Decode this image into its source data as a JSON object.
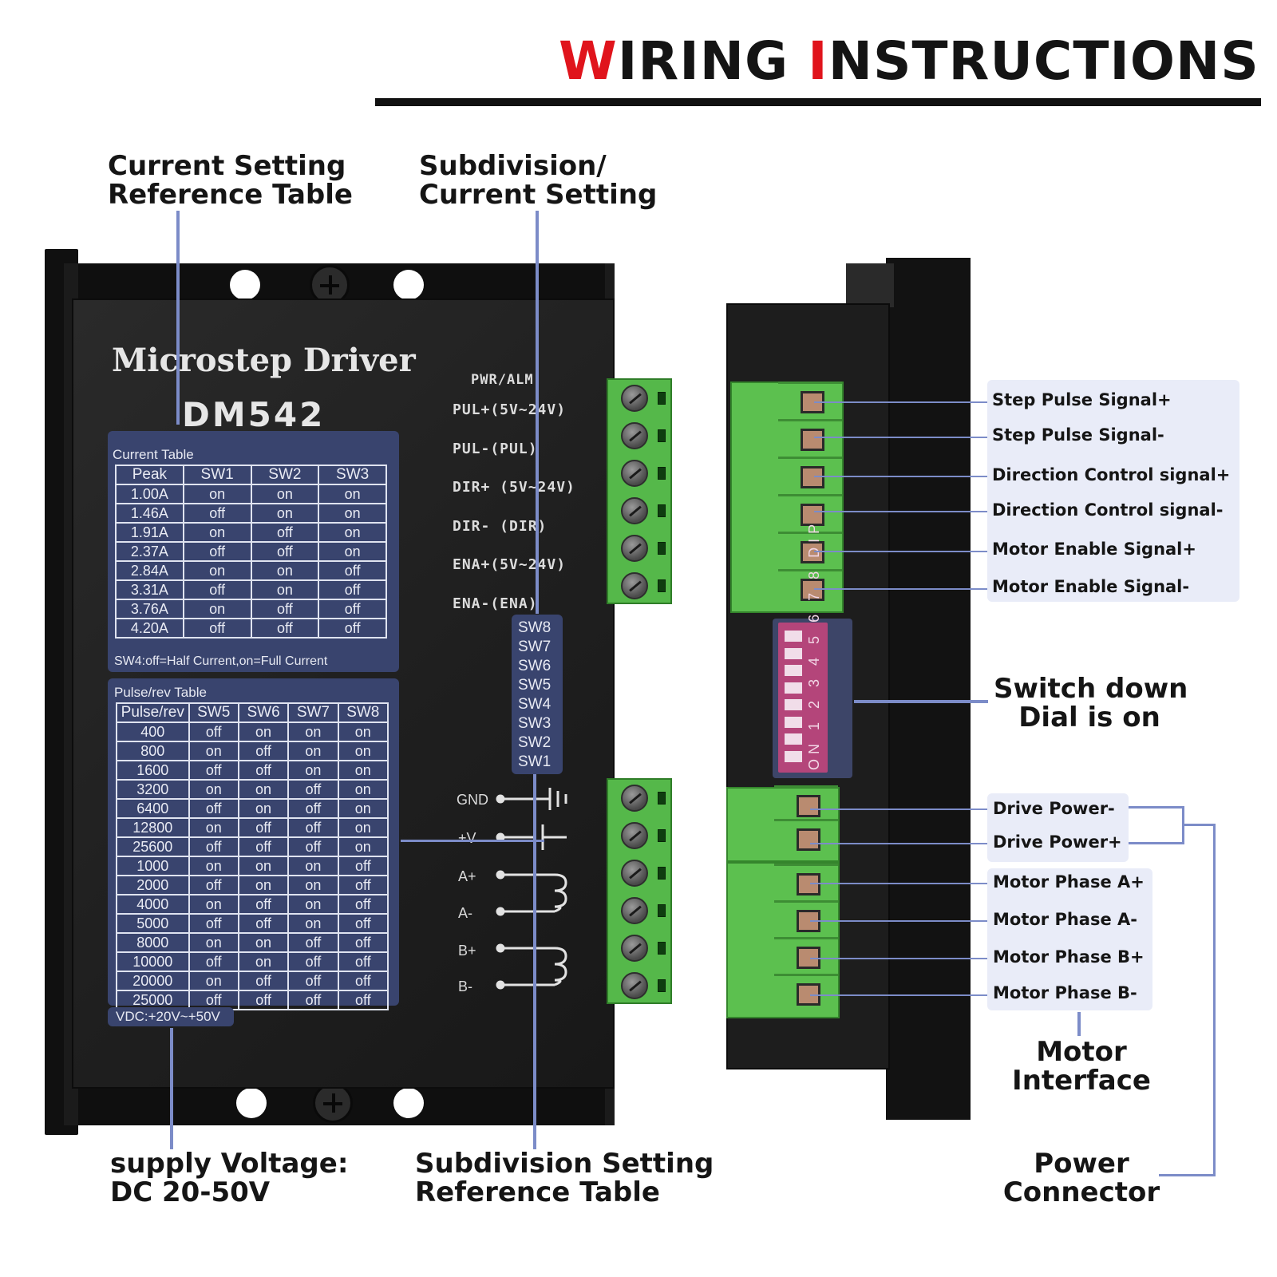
{
  "title": {
    "first_letter_1": "W",
    "rest_1": "IRING ",
    "first_letter_2": "I",
    "rest_2": "NSTRUCTIONS"
  },
  "colors": {
    "accent_red": "#e0141c",
    "panel_blue": "#39446e",
    "leader_blue": "#7c8cc8",
    "terminal_green": "#55b84a",
    "dip_pink": "#b4457a"
  },
  "callouts": {
    "current_setting": [
      "Current Setting",
      "Reference Table"
    ],
    "subdivision_current": [
      "Subdivision/",
      "Current Setting"
    ],
    "supply_voltage": [
      "supply Voltage:",
      "DC 20-50V"
    ],
    "subdivision_reference": [
      "Subdivision Setting",
      "Reference Table"
    ],
    "switch_down": [
      "Switch down",
      "Dial is on"
    ],
    "motor_interface": [
      "Motor",
      "Interface"
    ],
    "power_connector": [
      "Power",
      "Connector"
    ]
  },
  "driver": {
    "brand": "Microstep Driver",
    "model": "DM542",
    "current_table": {
      "title": "Current  Table",
      "header": [
        "Peak",
        "SW1",
        "SW2",
        "SW3"
      ],
      "rows": [
        [
          "1.00A",
          "on",
          "on",
          "on"
        ],
        [
          "1.46A",
          "off",
          "on",
          "on"
        ],
        [
          "1.91A",
          "on",
          "off",
          "on"
        ],
        [
          "2.37A",
          "off",
          "off",
          "on"
        ],
        [
          "2.84A",
          "on",
          "on",
          "off"
        ],
        [
          "3.31A",
          "off",
          "on",
          "off"
        ],
        [
          "3.76A",
          "on",
          "off",
          "off"
        ],
        [
          "4.20A",
          "off",
          "off",
          "off"
        ]
      ],
      "note": "SW4:off=Half Current,on=Full Current"
    },
    "pulse_table": {
      "title": "Pulse/rev Table",
      "header": [
        "Pulse/rev",
        "SW5",
        "SW6",
        "SW7",
        "SW8"
      ],
      "rows": [
        [
          "400",
          "off",
          "on",
          "on",
          "on"
        ],
        [
          "800",
          "on",
          "off",
          "on",
          "on"
        ],
        [
          "1600",
          "off",
          "off",
          "on",
          "on"
        ],
        [
          "3200",
          "on",
          "on",
          "off",
          "on"
        ],
        [
          "6400",
          "off",
          "on",
          "off",
          "on"
        ],
        [
          "12800",
          "on",
          "off",
          "off",
          "on"
        ],
        [
          "25600",
          "off",
          "off",
          "off",
          "on"
        ],
        [
          "1000",
          "on",
          "on",
          "on",
          "off"
        ],
        [
          "2000",
          "off",
          "on",
          "on",
          "off"
        ],
        [
          "4000",
          "on",
          "off",
          "on",
          "off"
        ],
        [
          "5000",
          "off",
          "off",
          "on",
          "off"
        ],
        [
          "8000",
          "on",
          "on",
          "off",
          "off"
        ],
        [
          "10000",
          "off",
          "on",
          "off",
          "off"
        ],
        [
          "20000",
          "on",
          "off",
          "off",
          "off"
        ],
        [
          "25000",
          "off",
          "off",
          "off",
          "off"
        ]
      ],
      "vdc": "VDC:+20V~+50V"
    },
    "signal_terminals": [
      "PWR/ALM",
      "PUL+(5V~24V)",
      "PUL-(PUL)",
      "DIR+ (5V~24V)",
      "DIR- (DIR)",
      "ENA+(5V~24V)",
      "ENA-(ENA)"
    ],
    "switches": [
      "SW8",
      "SW7",
      "SW6",
      "SW5",
      "SW4",
      "SW3",
      "SW2",
      "SW1"
    ],
    "power_terminals": [
      "GND",
      "+V",
      "A+",
      "A-",
      "B+",
      "B-"
    ]
  },
  "side": {
    "signal_labels": [
      "Step Pulse Signal+",
      "Step Pulse Signal-",
      "Direction Control signal+",
      "Direction Control signal-",
      "Motor Enable Signal+",
      "Motor Enable Signal-"
    ],
    "power_labels": [
      "Drive Power-",
      "Drive Power+"
    ],
    "motor_labels": [
      "Motor Phase A+",
      "Motor Phase A-",
      "Motor Phase B+",
      "Motor Phase B-"
    ],
    "dip_numbers": "1 2 3 4 5 6 7 8",
    "dip_on": "ON",
    "dip_tag": "DIP"
  }
}
